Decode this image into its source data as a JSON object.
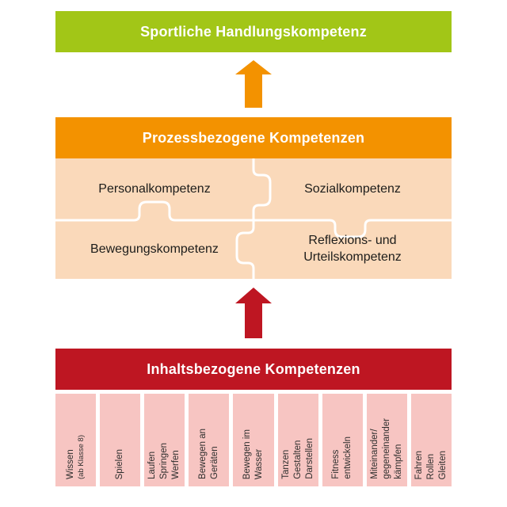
{
  "diagram": {
    "title_banner": {
      "label": "Sportliche Handlungskompetenz",
      "color": "#a2c617"
    },
    "process": {
      "header": "Prozessbezogene Kompetenzen",
      "header_color": "#f39200",
      "tile_color": "#fad9ba",
      "pieces": {
        "top_left": "Personalkompetenz",
        "top_right": "Sozialkompetenz",
        "bottom_left": "Bewegungskompetenz",
        "bottom_right_line1": "Reflexions- und",
        "bottom_right_line2": "Urteilskompetenz"
      }
    },
    "content": {
      "header": "Inhaltsbezogene Kompetenzen",
      "header_color": "#be1622",
      "column_color": "#f7c5c2",
      "columns": [
        {
          "line1": "Wissen",
          "sub": "(ab Klasse 8)"
        },
        {
          "line1": "Spielen"
        },
        {
          "line1": "Laufen",
          "line2": "Springen",
          "line3": "Werfen"
        },
        {
          "line1": "Bewegen an",
          "line2": "Geräten"
        },
        {
          "line1": "Bewegen im",
          "line2": "Wasser"
        },
        {
          "line1": "Tanzen",
          "line2": "Gestalten",
          "line3": "Darstellen"
        },
        {
          "line1": "Fitness",
          "line2": "entwickeln"
        },
        {
          "line1": "Miteinander/",
          "line2": "gegeneinander",
          "line3": "kämpfen"
        },
        {
          "line1": "Fahren",
          "line2": "Rollen",
          "line3": "Gleiten"
        }
      ]
    },
    "arrows": {
      "orange": "#f39200",
      "red": "#be1622"
    }
  }
}
